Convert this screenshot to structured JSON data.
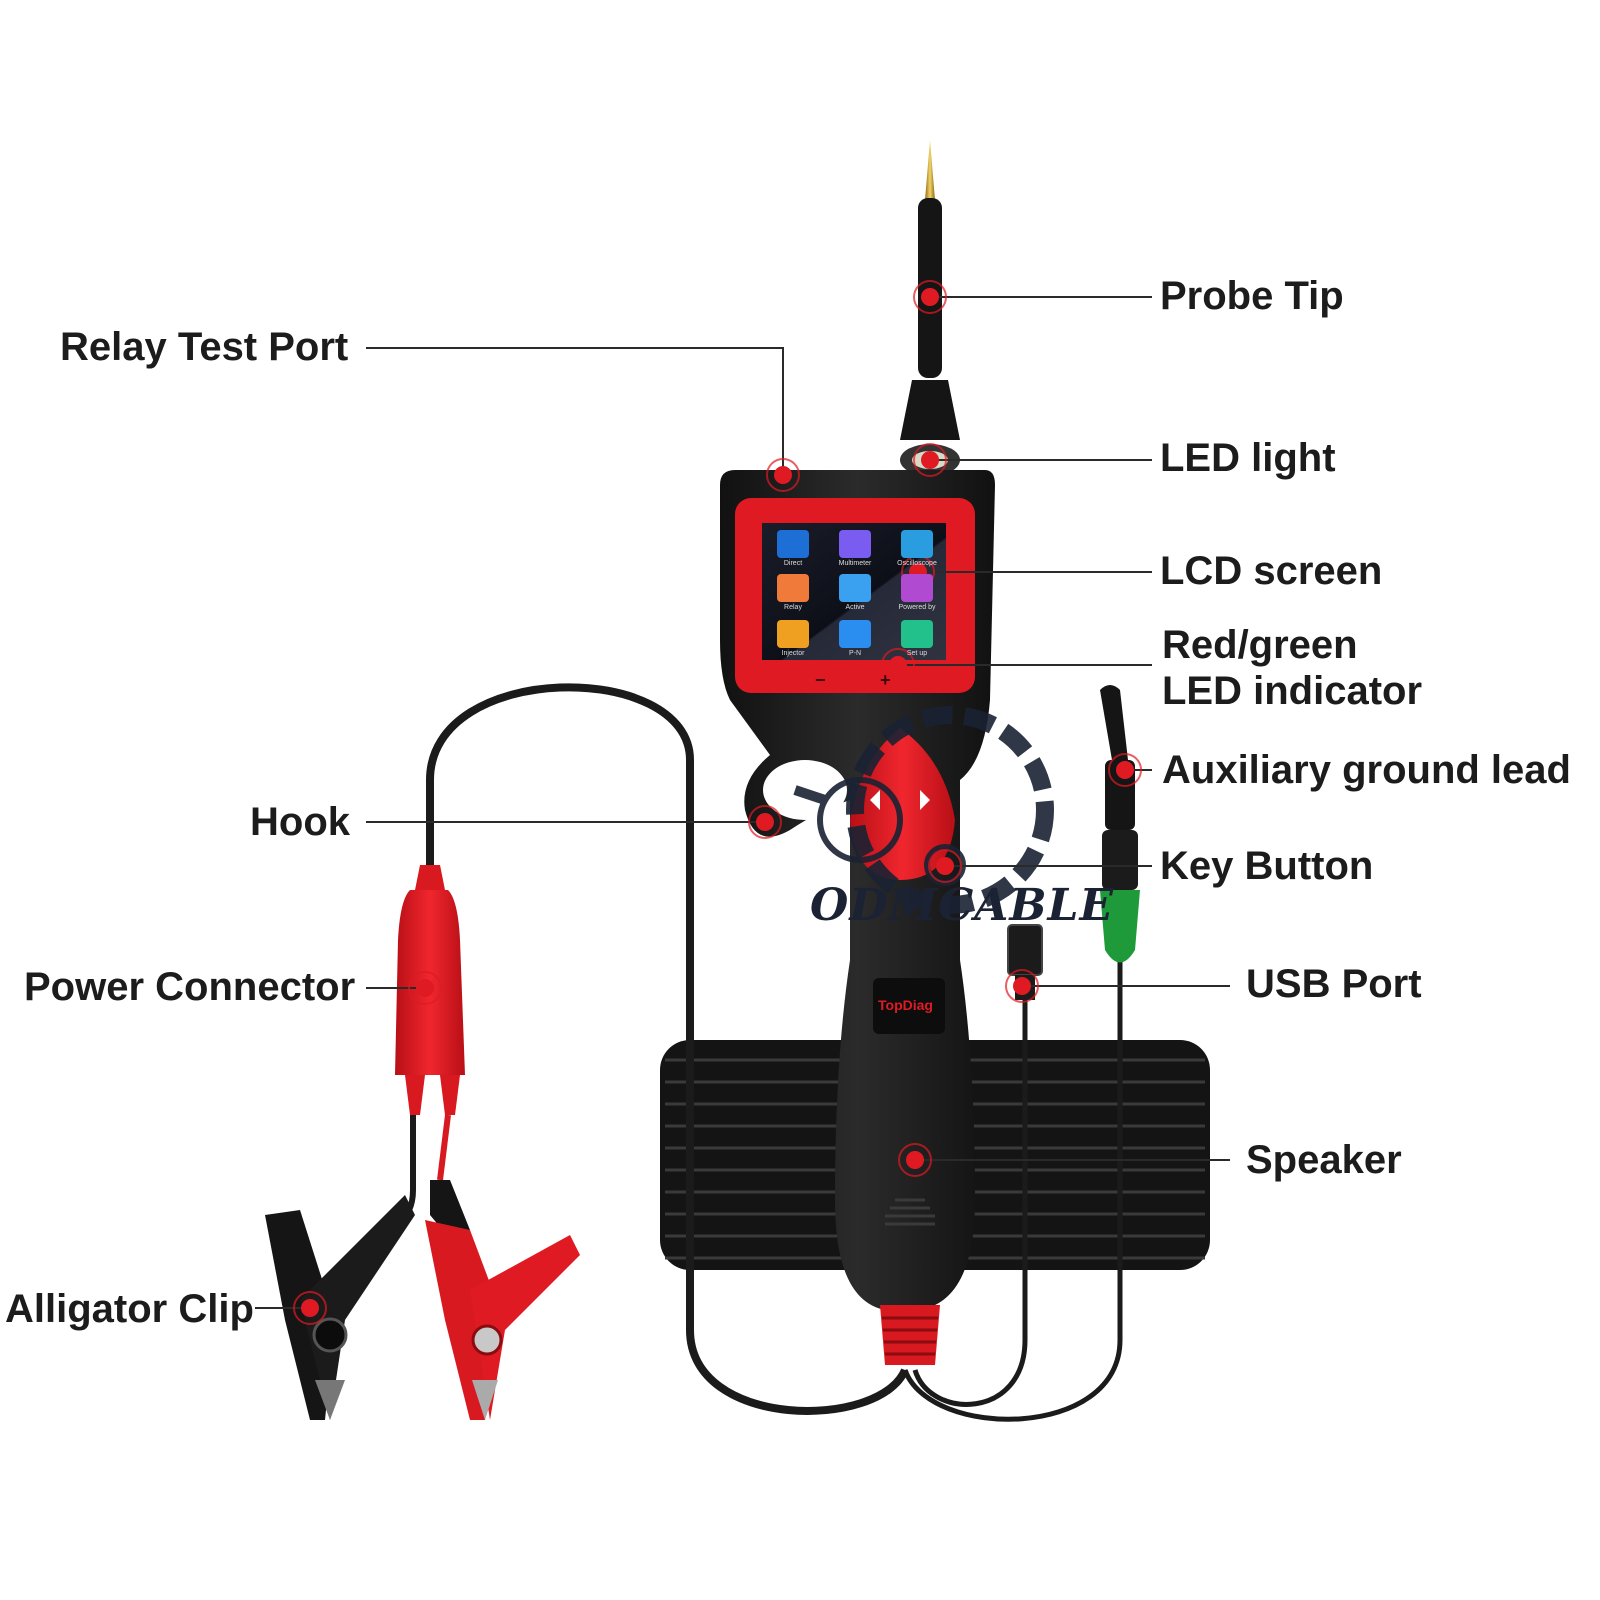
{
  "labels": {
    "probe_tip": "Probe Tip",
    "relay_test_port": "Relay Test Port",
    "led_light": "LED light",
    "lcd_screen": "LCD screen",
    "red_green_led_line1": "Red/green",
    "red_green_led_line2": "LED indicator",
    "auxiliary_ground_lead": "Auxiliary ground lead",
    "hook": "Hook",
    "key_button": "Key Button",
    "power_connector": "Power Connector",
    "usb_port": "USB Port",
    "speaker": "Speaker",
    "alligator_clip": "Alligator Clip"
  },
  "device": {
    "brand": "TopDiag",
    "screen_minus": "−",
    "screen_plus": "+",
    "apps": [
      {
        "name": "Direct",
        "color": "#1d6fd6"
      },
      {
        "name": "Multimeter",
        "color": "#7a5cf0"
      },
      {
        "name": "Oscilloscope",
        "color": "#2a9de0"
      },
      {
        "name": "Relay",
        "color": "#f07a3a"
      },
      {
        "name": "Active",
        "color": "#3aa0f0"
      },
      {
        "name": "Powered by",
        "color": "#b04ad0"
      },
      {
        "name": "Injector",
        "color": "#f0a020"
      },
      {
        "name": "P-N",
        "color": "#2a8ef0"
      },
      {
        "name": "Set up",
        "color": "#22c08a"
      }
    ]
  },
  "watermark": {
    "text": "ODMCABLE"
  },
  "colors": {
    "accent_red": "#e01a22",
    "device_black": "#1b1b1b",
    "label_text": "#1c1c1c",
    "ground_green": "#1e9a3a"
  }
}
